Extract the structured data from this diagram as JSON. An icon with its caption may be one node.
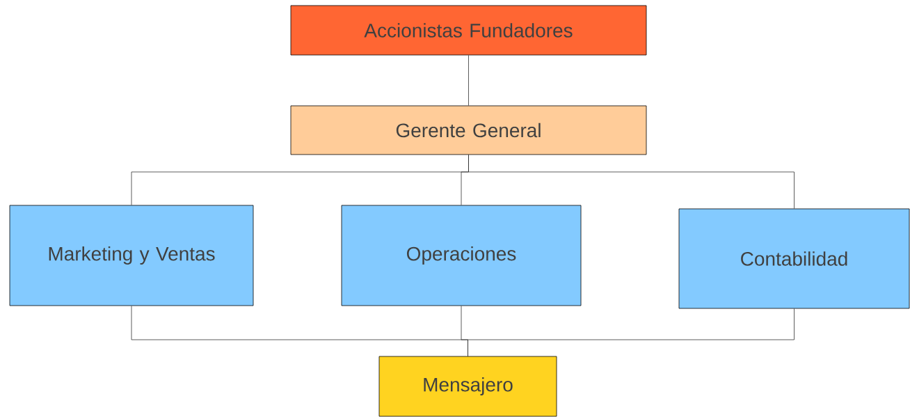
{
  "diagram": {
    "nodes": [
      {
        "text": [
          "Accionistas Fundadores"
        ]
      },
      {
        "text": [
          "Gerente General"
        ]
      },
      {
        "text": [
          "Marketing y Ventas"
        ]
      },
      {
        "text": [
          "Operaciones"
        ]
      },
      {
        "text": [
          "Contabilidad"
        ]
      },
      {
        "text": [
          "Mensajero"
        ]
      }
    ],
    "edges": [
      {
        "from": 0,
        "to": 1,
        "arrow": "none"
      },
      {
        "from": 1,
        "to": 2,
        "arrow": "none"
      },
      {
        "from": 1,
        "to": 3,
        "arrow": "none"
      },
      {
        "from": 1,
        "to": 4,
        "arrow": "none"
      },
      {
        "from": 2,
        "to": 5,
        "arrow": "none"
      },
      {
        "from": 3,
        "to": 5,
        "arrow": "none"
      },
      {
        "from": 4,
        "to": 5,
        "arrow": "none"
      }
    ]
  }
}
